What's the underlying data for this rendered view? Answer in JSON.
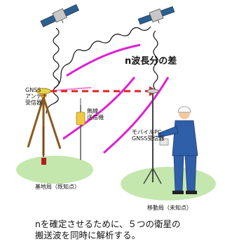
{
  "labels": {
    "wavelength_difference": "n波長分の差",
    "gnss_antenna": [
      "GNSS",
      "アンテナ",
      "受信器"
    ],
    "radio_transmitter": [
      "無線",
      "送信機"
    ],
    "mobile_pc": [
      "モバイルPC",
      "GNSS受信器"
    ],
    "base_station": "基地局（既知点）",
    "mobile_station": "移動局（未知点）"
  },
  "caption": {
    "line1": "nを確定させるために、５つの衛星の",
    "line2": "搬送波を同時に解析する。"
  },
  "colors": {
    "accent_magenta": "#e020d0",
    "arrow_red": "#e02020",
    "ground_green": "#b9e3a0",
    "equipment_orange": "#d89a2a",
    "worker_blue": "#2f5fa8"
  },
  "icons": [
    "satellite-icon",
    "satellite-icon",
    "tripod-icon",
    "surveyor-icon"
  ]
}
